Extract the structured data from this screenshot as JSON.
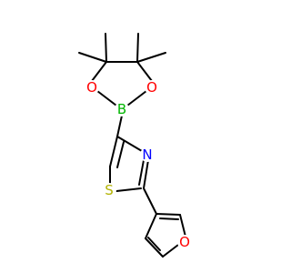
{
  "molecule": {
    "atoms": {
      "boron": {
        "symbol": "B",
        "color": "#00B500"
      },
      "oxygen_left": {
        "symbol": "O",
        "color": "#FF0000"
      },
      "oxygen_right": {
        "symbol": "O",
        "color": "#FF0000"
      },
      "nitrogen": {
        "symbol": "N",
        "color": "#0000FF"
      },
      "sulfur": {
        "symbol": "S",
        "color": "#B2B200"
      },
      "oxygen_furan": {
        "symbol": "O",
        "color": "#FF0000"
      }
    }
  }
}
